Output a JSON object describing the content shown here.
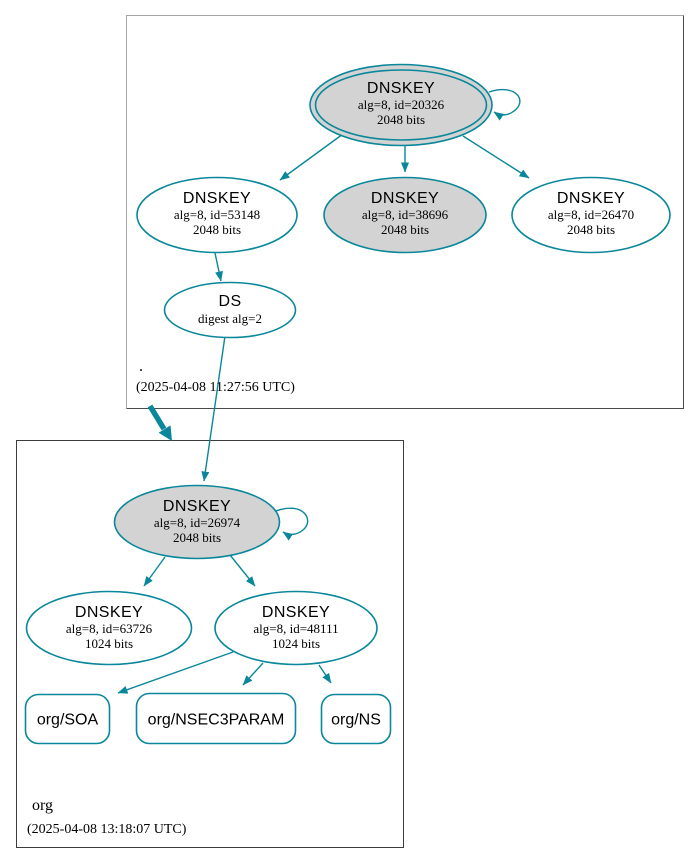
{
  "colors": {
    "secure_edge": "#0a879a",
    "ksk_fill": "#d3d3d3",
    "root_box_border_light": "#a6a6a6",
    "root_box_border_dark": "#4a4a4a",
    "org_box_border": "#3d3d3d",
    "text": "#000000"
  },
  "zones": {
    "root": {
      "name": ".",
      "timestamp": "(2025-04-08 11:27:56 UTC)",
      "keys": {
        "ksk20326": {
          "title": "DNSKEY",
          "alg": "alg=8, id=20326",
          "bits": "2048 bits"
        },
        "key53148": {
          "title": "DNSKEY",
          "alg": "alg=8, id=53148",
          "bits": "2048 bits"
        },
        "key38696": {
          "title": "DNSKEY",
          "alg": "alg=8, id=38696",
          "bits": "2048 bits"
        },
        "key26470": {
          "title": "DNSKEY",
          "alg": "alg=8, id=26470",
          "bits": "2048 bits"
        },
        "ds": {
          "title": "DS",
          "digest": "digest alg=2"
        }
      }
    },
    "org": {
      "name": "org",
      "timestamp": "(2025-04-08 13:18:07 UTC)",
      "keys": {
        "ksk26974": {
          "title": "DNSKEY",
          "alg": "alg=8, id=26974",
          "bits": "2048 bits"
        },
        "key63726": {
          "title": "DNSKEY",
          "alg": "alg=8, id=63726",
          "bits": "1024 bits"
        },
        "key48111": {
          "title": "DNSKEY",
          "alg": "alg=8, id=48111",
          "bits": "1024 bits"
        }
      },
      "rrsets": {
        "soa": "org/SOA",
        "nsec3param": "org/NSEC3PARAM",
        "ns": "org/NS"
      }
    }
  }
}
